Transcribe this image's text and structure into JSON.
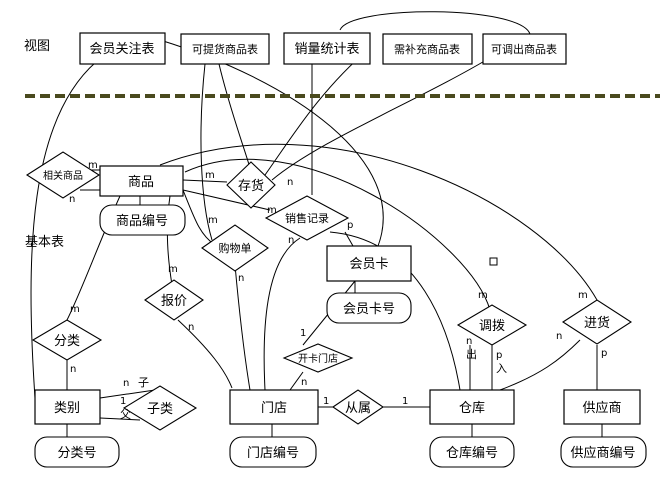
{
  "labels": {
    "view": "视图",
    "base_table": "基本表"
  },
  "views": {
    "member_watch": "会员关注表",
    "pickup_goods": "可提货商品表",
    "sales_stats": "销量统计表",
    "need_restock": "需补充商品表",
    "transferable": "可调出商品表"
  },
  "entities": {
    "goods": "商品",
    "member_card": "会员卡",
    "category": "类别",
    "store": "门店",
    "warehouse": "仓库",
    "supplier": "供应商"
  },
  "attributes": {
    "goods_id": "商品编号",
    "card_no": "会员卡号",
    "category_no": "分类号",
    "store_no": "门店编号",
    "warehouse_no": "仓库编号",
    "supplier_no": "供应商编号"
  },
  "relationships": {
    "related_goods": "相关商品",
    "inventory": "存货",
    "sales_record": "销售记录",
    "shopping_list": "购物单",
    "quote": "报价",
    "classify": "分类",
    "open_card": "开卡门店",
    "subclass": "子类",
    "belongs_to": "从属",
    "transfer": "调拨",
    "purchase": "进货"
  },
  "cardinalities": {
    "m": "m",
    "n": "n",
    "p": "p",
    "one": "1",
    "child": "子",
    "parent": "父",
    "out": "出",
    "in": "入"
  },
  "colors": {
    "divider": "#4a4a1e",
    "stroke": "#000000"
  }
}
